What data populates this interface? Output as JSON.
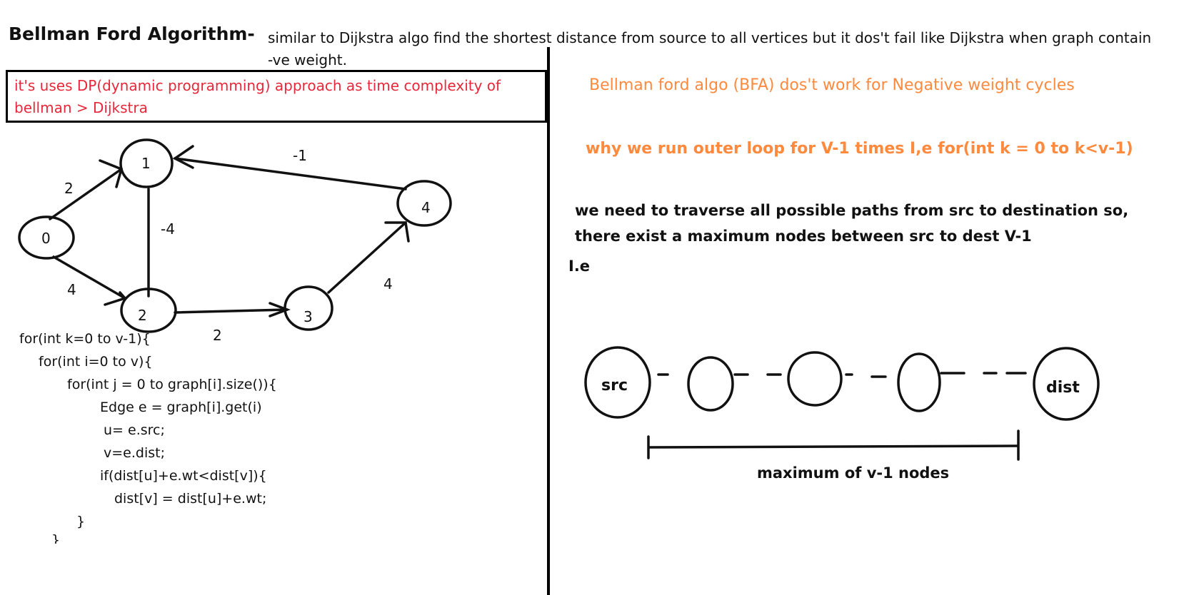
{
  "title": "Bellman Ford Algorithm-",
  "intro": "similar to Dijkstra algo find the shortest distance from source to all vertices but it dos't fail like Dijkstra when graph contain -ve weight.",
  "dp_note": "it's uses DP(dynamic programming) approach as time complexity of bellman > Dijkstra",
  "negative_cycle_note": "Bellman ford algo (BFA) dos't work for Negative weight cycles",
  "why_question": "why we run outer loop for V-1 times I,e for(int k = 0 to k<v-1)",
  "explanation": {
    "line1": "we need to traverse all possible paths from src to destination so,",
    "line2": "there exist a maximum nodes between src to dest V-1"
  },
  "ie_label": "I.e",
  "graph": {
    "nodes": [
      {
        "id": "0",
        "label": "0"
      },
      {
        "id": "1",
        "label": "1"
      },
      {
        "id": "2",
        "label": "2"
      },
      {
        "id": "3",
        "label": "3"
      },
      {
        "id": "4",
        "label": "4"
      }
    ],
    "edges": [
      {
        "from": "0",
        "to": "1",
        "weight": "2"
      },
      {
        "from": "0",
        "to": "2",
        "weight": "4"
      },
      {
        "from": "2",
        "to": "1",
        "weight": "-4"
      },
      {
        "from": "4",
        "to": "1",
        "weight": "-1"
      },
      {
        "from": "2",
        "to": "3",
        "weight": "2"
      },
      {
        "from": "3",
        "to": "4",
        "weight": "4"
      }
    ]
  },
  "code": [
    "for(int k=0 to v-1){",
    "for(int i=0 to v){",
    "for(int j = 0 to graph[i].size()){",
    "Edge e = graph[i].get(i)",
    "u= e.src;",
    "v=e.dist;",
    "if(dist[u]+e.wt<dist[v]){",
    "dist[v] = dist[u]+e.wt;",
    "}",
    "}"
  ],
  "chain": {
    "start": "src",
    "end": "dist",
    "bracket_label": "maximum of v-1 nodes"
  },
  "colors": {
    "red": "#e8283a",
    "orange": "#ff8a3d",
    "ink": "#111111"
  }
}
